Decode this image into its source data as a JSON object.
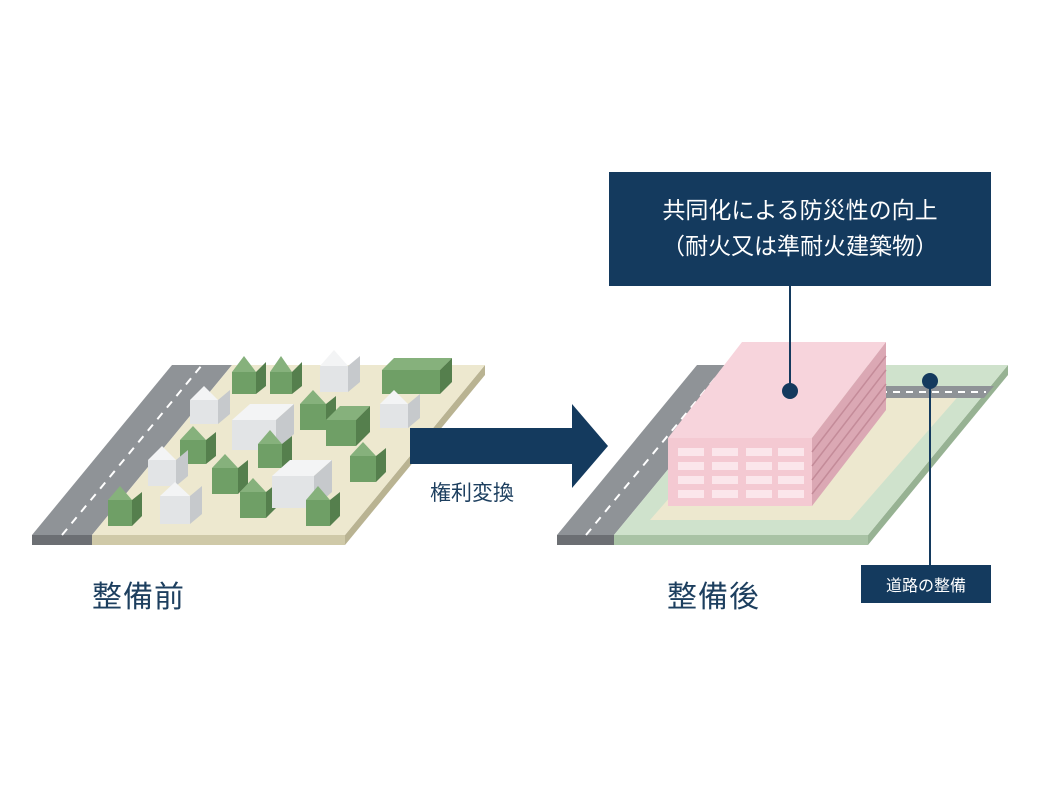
{
  "labels": {
    "before": "整備前",
    "after": "整備後",
    "arrow": "権利変換"
  },
  "callout": {
    "line1": "共同化による防災性の向上",
    "line2": "（耐火又は準耐火建築物）"
  },
  "road_tag": "道路の整備",
  "colors": {
    "navy": "#143a5e",
    "road": "#8f9397",
    "ground": "#ede8cf",
    "green_lot": "#cfe2cc",
    "house_green": "#6f9f66",
    "house_white": "#e2e4e6",
    "building_pink": "#f4c9d2"
  }
}
